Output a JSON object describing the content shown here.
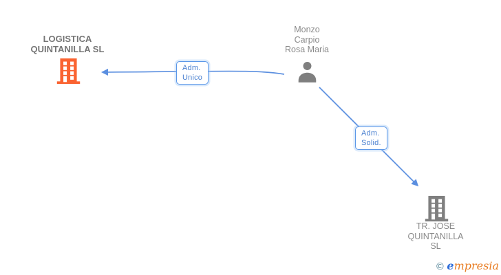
{
  "colors": {
    "background": "#FFFFFF",
    "edge": "#5B8FE0",
    "edge_label_border": "#5B97E8",
    "edge_label_text": "#4A80D0",
    "node_label_text": "#8A8A8A",
    "company1_label_text": "#757575",
    "company1_icon": "#FA6331",
    "company2_icon": "#7F7F7F",
    "person_icon": "#7F7F7F",
    "watermark_copyright": "#5E8C9E",
    "watermark_e": "#2B6BD9",
    "watermark_rest": "#E87C22"
  },
  "nodes": {
    "company1": {
      "type": "company",
      "lines": [
        "LOGISTICA",
        "QUINTANILLA SL"
      ]
    },
    "person1": {
      "type": "person",
      "lines": [
        "Monzo",
        "Carpio",
        "Rosa Maria"
      ]
    },
    "company2": {
      "type": "company",
      "lines": [
        "TR. JOSE",
        "QUINTANILLA",
        "SL"
      ]
    }
  },
  "edges": {
    "adm_unico": {
      "from": "person1",
      "to": "company1",
      "label_lines": [
        "Adm.",
        "Unico"
      ]
    },
    "adm_solid": {
      "from": "person1",
      "to": "company2",
      "label_lines": [
        "Adm.",
        "Solid."
      ]
    }
  },
  "watermark": {
    "copyright": "©",
    "brand_initial": "e",
    "brand_rest": "mpresia"
  }
}
